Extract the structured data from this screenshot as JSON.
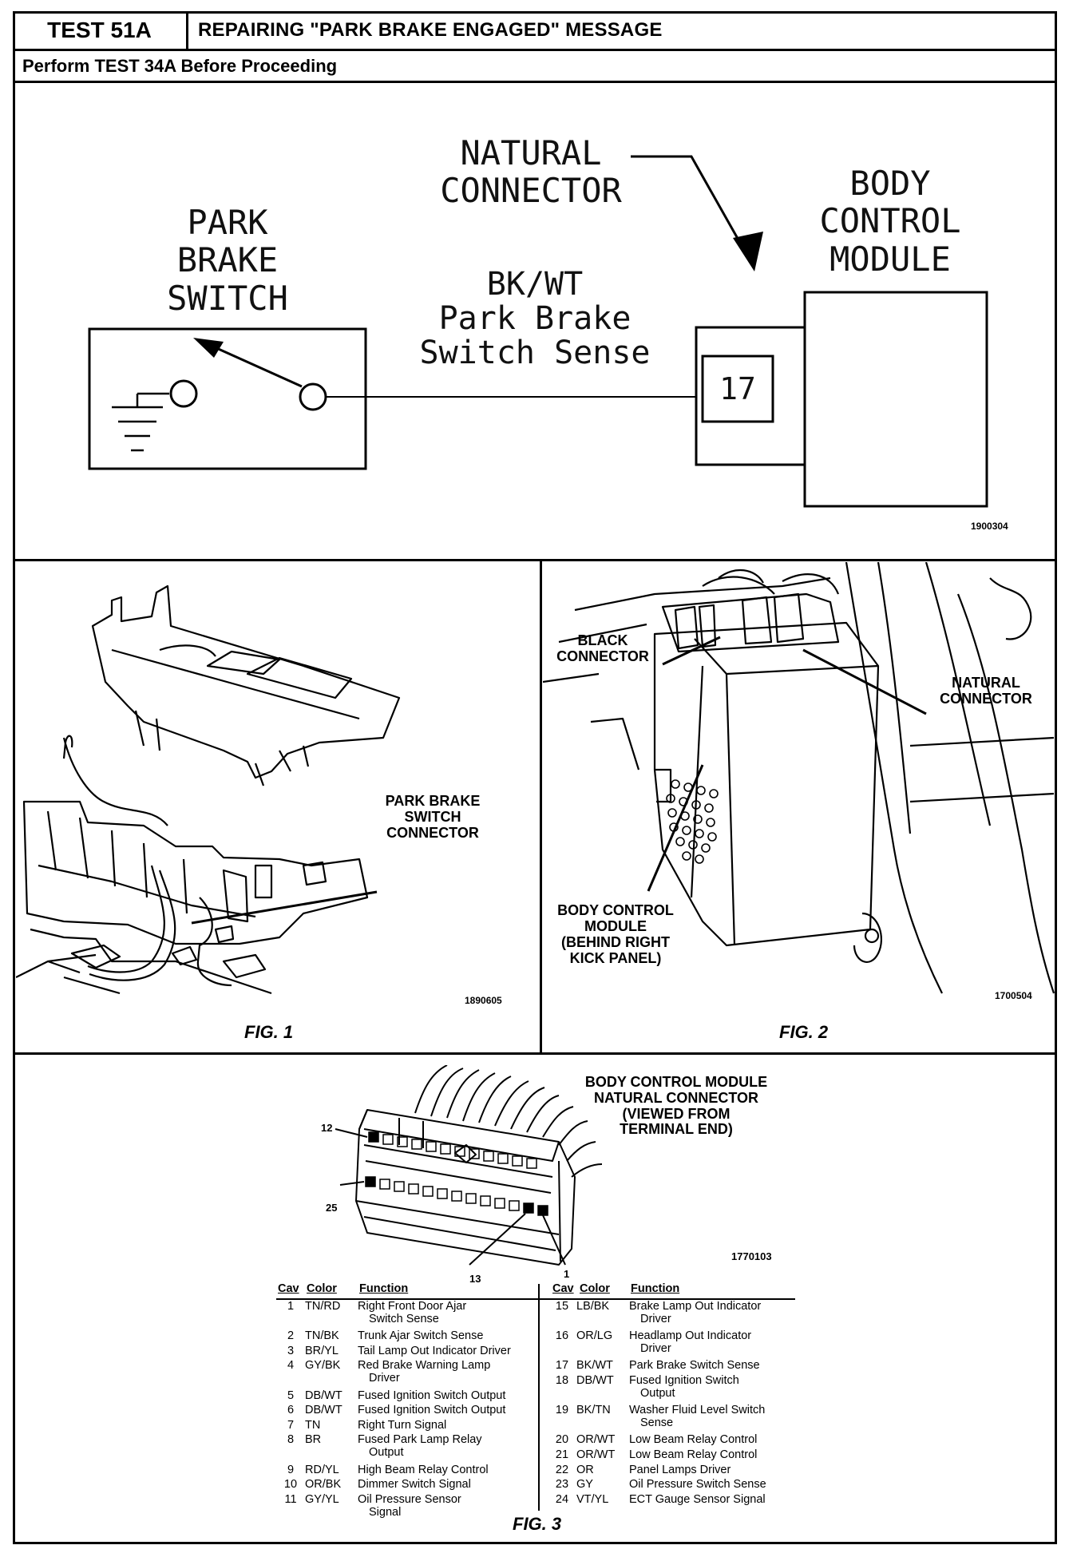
{
  "header": {
    "test_id": "TEST 51A",
    "title": "REPAIRING \"PARK BRAKE ENGAGED\" MESSAGE",
    "subtitle": "Perform TEST 34A Before Proceeding"
  },
  "schematic": {
    "switch_label_1": "PARK",
    "switch_label_2": "BRAKE",
    "switch_label_3": "SWITCH",
    "connector_label_1": "NATURAL",
    "connector_label_2": "CONNECTOR",
    "bcm_label_1": "BODY",
    "bcm_label_2": "CONTROL",
    "bcm_label_3": "MODULE",
    "wire_color": "BK/WT",
    "wire_name_1": "Park Brake",
    "wire_name_2": "Switch Sense",
    "pin": "17",
    "figure_number": "1900304"
  },
  "fig1": {
    "callout_1": "PARK BRAKE",
    "callout_2": "SWITCH",
    "callout_3": "CONNECTOR",
    "figure_number": "1890605",
    "caption": "FIG. 1"
  },
  "fig2": {
    "black_1": "BLACK",
    "black_2": "CONNECTOR",
    "natural_1": "NATURAL",
    "natural_2": "CONNECTOR",
    "bcm_1": "BODY CONTROL",
    "bcm_2": "MODULE",
    "bcm_3": "(BEHIND RIGHT",
    "bcm_4": "KICK PANEL)",
    "figure_number": "1700504",
    "caption": "FIG. 2"
  },
  "fig3": {
    "title_1": "BODY CONTROL MODULE",
    "title_2": "NATURAL CONNECTOR",
    "title_3": "(VIEWED FROM",
    "title_4": "TERMINAL END)",
    "cav_12": "12",
    "cav_25": "25",
    "cav_13": "13",
    "cav_1": "1",
    "figure_number": "1770103",
    "caption": "FIG. 3",
    "headers": {
      "cav": "Cav",
      "color": "Color",
      "function": "Function"
    },
    "left_rows": [
      {
        "cav": "1",
        "color": "TN/RD",
        "fn": "Right Front Door Ajar",
        "fn2": "Switch Sense"
      },
      {
        "cav": "2",
        "color": "TN/BK",
        "fn": "Trunk Ajar Switch Sense",
        "fn2": ""
      },
      {
        "cav": "3",
        "color": "BR/YL",
        "fn": "Tail Lamp Out Indicator Driver",
        "fn2": ""
      },
      {
        "cav": "4",
        "color": "GY/BK",
        "fn": "Red Brake Warning Lamp",
        "fn2": "Driver"
      },
      {
        "cav": "5",
        "color": "DB/WT",
        "fn": "Fused Ignition Switch Output",
        "fn2": ""
      },
      {
        "cav": "6",
        "color": "DB/WT",
        "fn": "Fused Ignition Switch Output",
        "fn2": ""
      },
      {
        "cav": "7",
        "color": "TN",
        "fn": "Right Turn Signal",
        "fn2": ""
      },
      {
        "cav": "8",
        "color": "BR",
        "fn": "Fused Park Lamp Relay",
        "fn2": "Output"
      },
      {
        "cav": "9",
        "color": "RD/YL",
        "fn": "High Beam Relay Control",
        "fn2": ""
      },
      {
        "cav": "10",
        "color": "OR/BK",
        "fn": "Dimmer Switch Signal",
        "fn2": ""
      },
      {
        "cav": "11",
        "color": "GY/YL",
        "fn": "Oil Pressure Sensor",
        "fn2": "Signal"
      }
    ],
    "right_rows": [
      {
        "cav": "15",
        "color": "LB/BK",
        "fn": "Brake Lamp Out Indicator",
        "fn2": "Driver"
      },
      {
        "cav": "16",
        "color": "OR/LG",
        "fn": "Headlamp Out Indicator",
        "fn2": "Driver"
      },
      {
        "cav": "17",
        "color": "BK/WT",
        "fn": "Park Brake Switch Sense",
        "fn2": ""
      },
      {
        "cav": "18",
        "color": "DB/WT",
        "fn": "Fused Ignition Switch",
        "fn2": "Output"
      },
      {
        "cav": "19",
        "color": "BK/TN",
        "fn": "Washer Fluid Level Switch",
        "fn2": "Sense"
      },
      {
        "cav": "20",
        "color": "OR/WT",
        "fn": "Low Beam Relay Control",
        "fn2": ""
      },
      {
        "cav": "21",
        "color": "OR/WT",
        "fn": "Low Beam Relay Control",
        "fn2": ""
      },
      {
        "cav": "22",
        "color": "OR",
        "fn": "Panel Lamps Driver",
        "fn2": ""
      },
      {
        "cav": "23",
        "color": "GY",
        "fn": "Oil Pressure Switch Sense",
        "fn2": ""
      },
      {
        "cav": "24",
        "color": "VT/YL",
        "fn": "ECT Gauge Sensor Signal",
        "fn2": ""
      }
    ]
  }
}
